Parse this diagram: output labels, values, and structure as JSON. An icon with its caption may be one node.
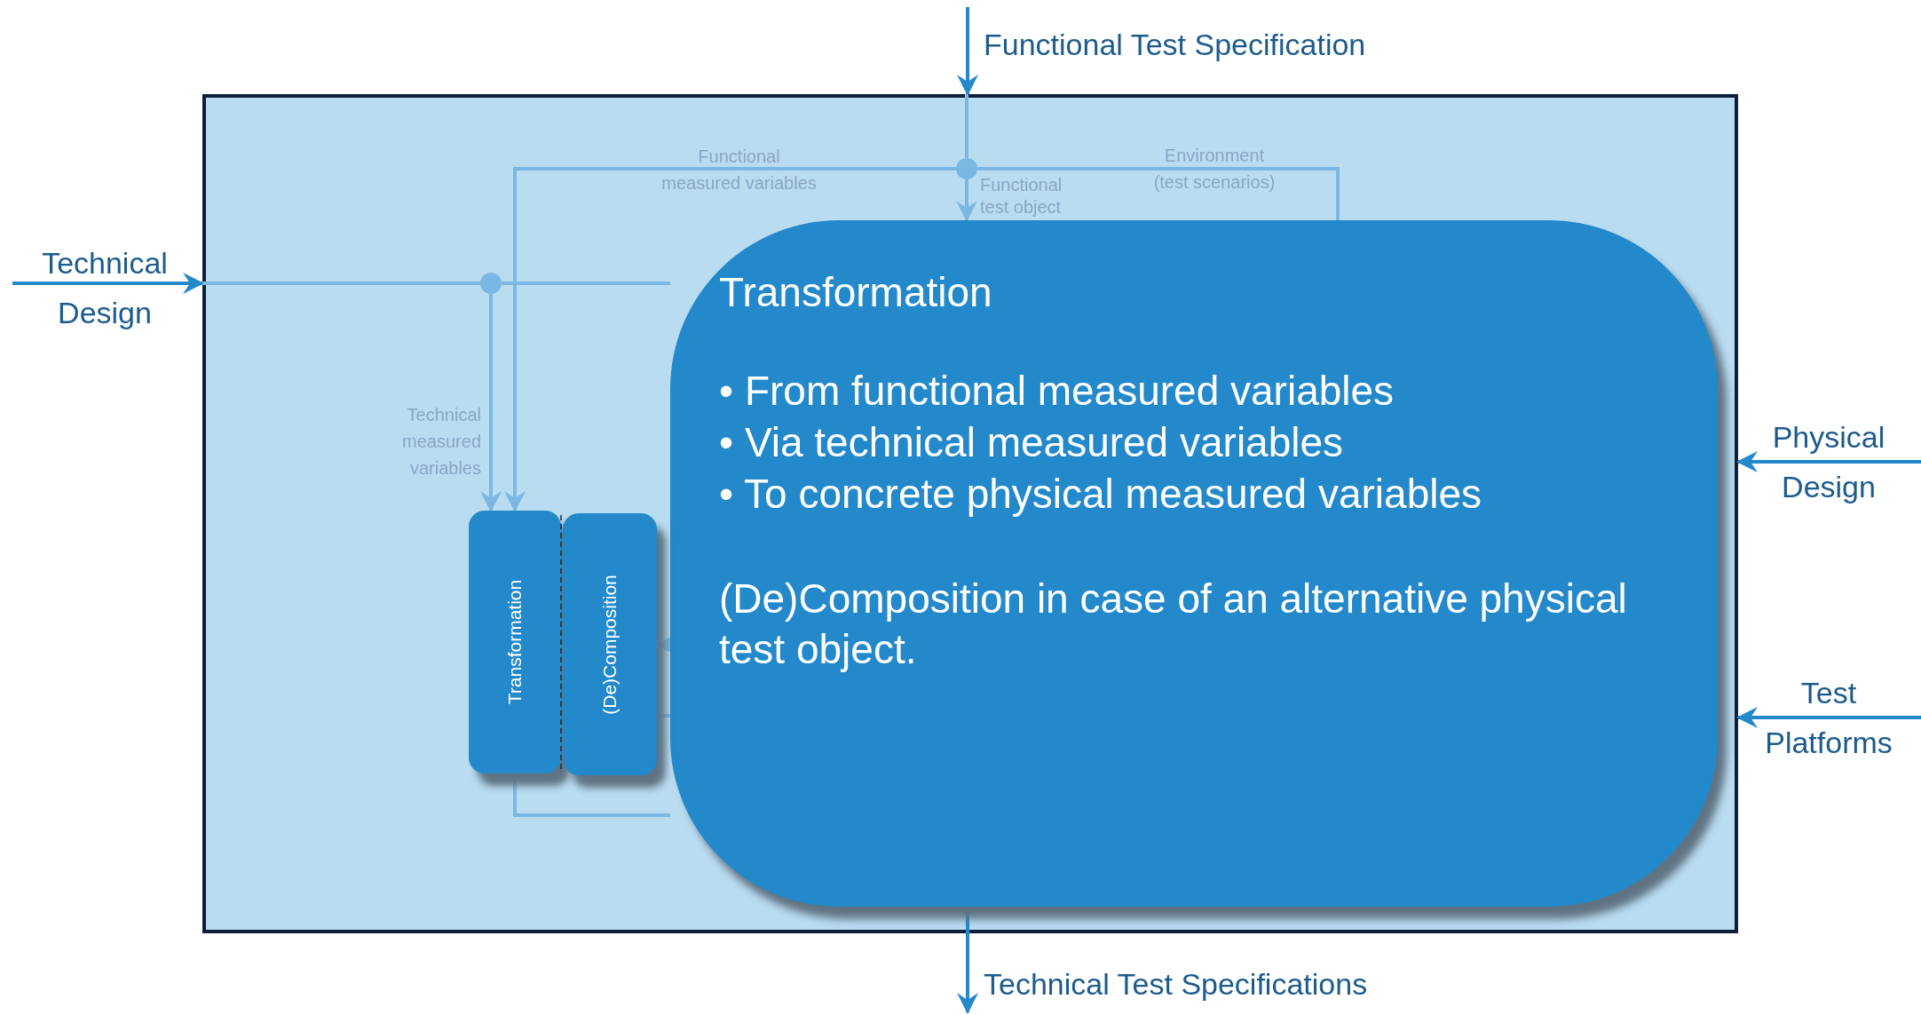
{
  "diagram": {
    "nodes": [
      {
        "text": [],
        "shape": "box"
      },
      {
        "text": [
          "Transformation",
          "• From functional measured variables",
          "• Via technical measured variables",
          "• To concrete physical measured variables",
          "(De)Composition in case of an alternative physical test object."
        ],
        "in": 0
      },
      {
        "text": [
          "Transformation"
        ],
        "in": 0
      },
      {
        "text": [
          "(De)Composition"
        ],
        "in": 0
      },
      {
        "text": [],
        "shape": "circle",
        "in": 0
      },
      {
        "text": [],
        "shape": "circle",
        "in": 0
      }
    ],
    "edges": [
      {
        "from": null,
        "to": 0,
        "arrow": "to",
        "label": "Functional Test Specification",
        "color": "#2389cb"
      },
      {
        "from": 0,
        "to": 4,
        "arrow": "none"
      },
      {
        "from": null,
        "to": 0,
        "arrow": "to",
        "label": "Technical Design",
        "color": "#2389cb"
      },
      {
        "from": 0,
        "to": 5,
        "arrow": "none"
      },
      {
        "from": 4,
        "to": 1,
        "arrow": "to",
        "label": "Functional test object"
      },
      {
        "from": 4,
        "to": 2,
        "arrow": "to",
        "label": "Functional measured variables"
      },
      {
        "from": 4,
        "to": 1,
        "arrow": "none",
        "label": "Environment (test scenarios)"
      },
      {
        "from": 5,
        "to": 2,
        "arrow": "to",
        "label": "Technical measured variables"
      },
      {
        "from": 5,
        "to": 1,
        "arrow": "none"
      },
      {
        "from": 2,
        "to": 1,
        "arrow": "none"
      },
      {
        "from": 1,
        "to": 3,
        "arrow": "to"
      },
      {
        "from": 3,
        "to": 1,
        "arrow": "none"
      },
      {
        "from": null,
        "to": 0,
        "arrow": "to",
        "label": "Physical Design",
        "color": "#2389cb"
      },
      {
        "from": null,
        "to": 0,
        "arrow": "to",
        "label": "Test Platforms",
        "color": "#2389cb"
      },
      {
        "from": 1,
        "to": null,
        "arrow": "to",
        "label": "Technical Test Specifications",
        "color": "#2389cb"
      }
    ]
  }
}
